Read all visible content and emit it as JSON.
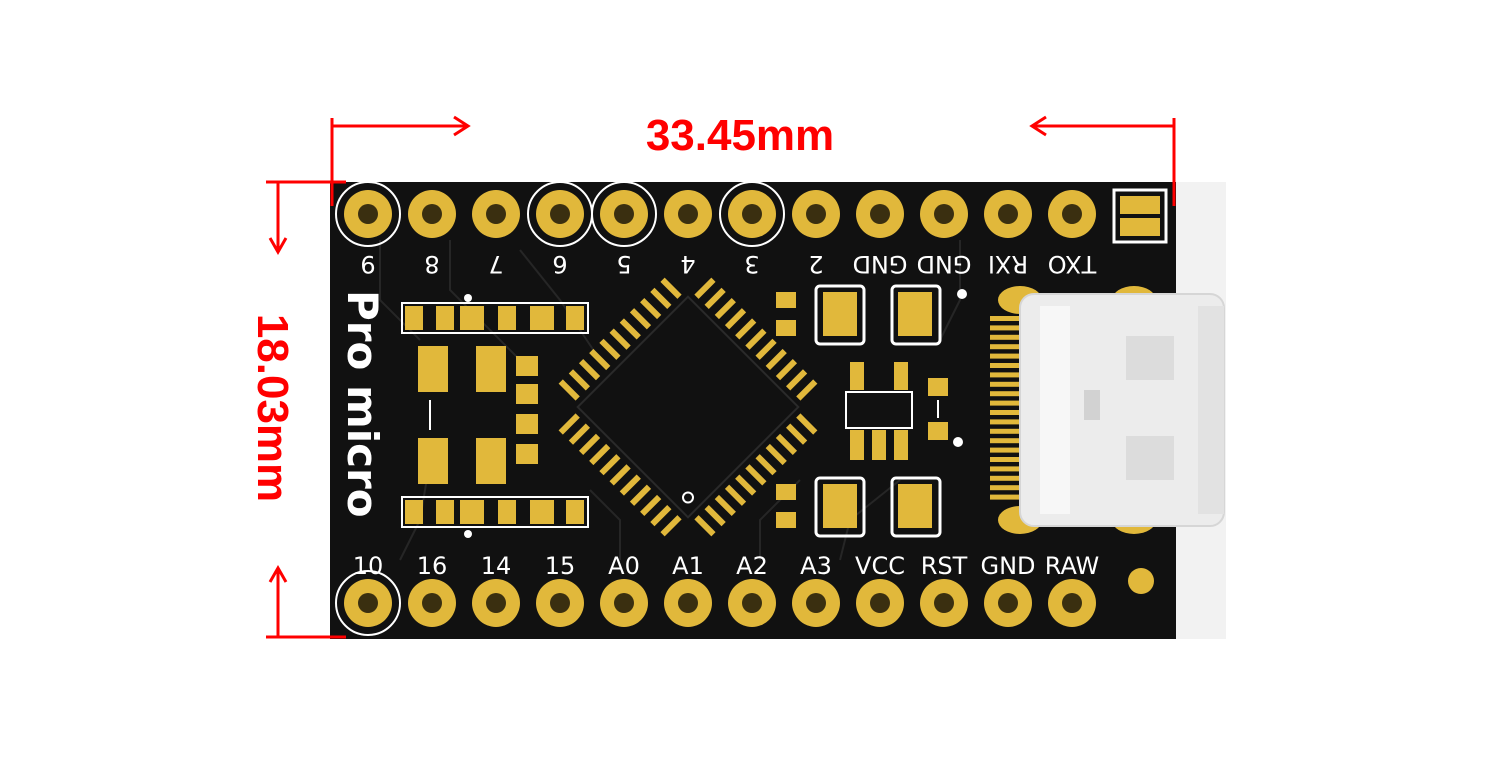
{
  "dimensions": {
    "width_label": "33.45mm",
    "height_label": "18.03mm"
  },
  "board": {
    "name": "Pro micro",
    "top_pins": [
      "9",
      "8",
      "7",
      "6",
      "5",
      "4",
      "3",
      "2",
      "GND",
      "GND",
      "RXI",
      "TXO"
    ],
    "bottom_pins": [
      "10",
      "16",
      "14",
      "15",
      "A0",
      "A1",
      "A2",
      "A3",
      "VCC",
      "RST",
      "GND",
      "RAW"
    ]
  },
  "colors": {
    "pcb": "#111111",
    "pad": "#e1b83b",
    "silkscreen": "#ffffff",
    "dimension": "#ff0000",
    "connector": "#e9e9e9"
  }
}
